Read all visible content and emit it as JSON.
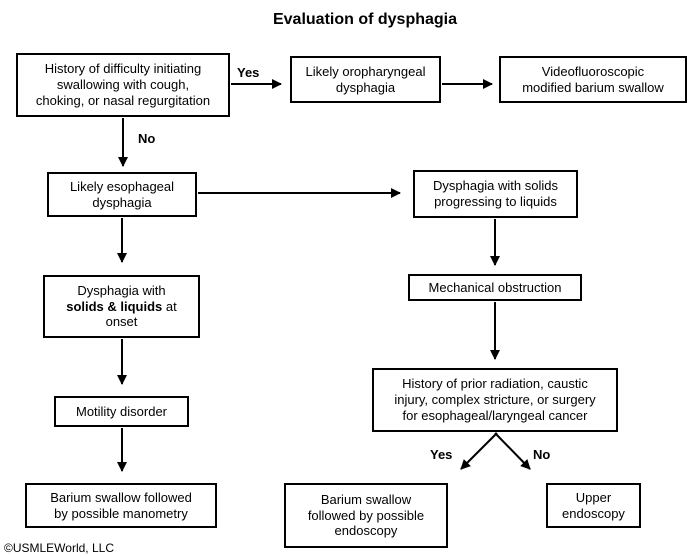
{
  "title": "Evaluation of dysphagia",
  "copyright": "©USMLEWorld, LLC",
  "colors": {
    "background": "#ffffff",
    "box_border": "#000000",
    "arrow_line": "#000000",
    "text": "#000000"
  },
  "nodes": {
    "history_initiating": {
      "lines": [
        "History of difficulty initiating",
        "swallowing with cough,",
        "choking, or nasal regurgitation"
      ]
    },
    "oropharyngeal": {
      "lines": [
        "Likely oropharyngeal",
        "dysphagia"
      ]
    },
    "videofluoroscopic": {
      "lines": [
        "Videofluoroscopic",
        "modified barium swallow"
      ]
    },
    "esophageal": {
      "lines": [
        "Likely esophageal",
        "dysphagia"
      ]
    },
    "solids_progressing": {
      "lines": [
        "Dysphagia with solids",
        "progressing to liquids"
      ]
    },
    "solids_liquids": {
      "line1": "Dysphagia with",
      "bold": "solids & liquids",
      "after_bold": " at",
      "line3": "onset"
    },
    "mechanical_obstruction": {
      "lines": [
        "Mechanical obstruction"
      ]
    },
    "motility_disorder": {
      "lines": [
        "Motility disorder"
      ]
    },
    "radiation_history": {
      "lines": [
        "History of prior radiation, caustic",
        "injury, complex stricture, or surgery",
        "for esophageal/laryngeal cancer"
      ]
    },
    "barium_manometry": {
      "lines": [
        "Barium swallow followed",
        "by possible manometry"
      ]
    },
    "barium_endoscopy": {
      "lines": [
        "Barium swallow",
        "followed by possible",
        "endoscopy"
      ]
    },
    "upper_endoscopy": {
      "lines": [
        "Upper",
        "endoscopy"
      ]
    }
  },
  "edge_labels": {
    "yes_top": "Yes",
    "no_top": "No",
    "yes_bottom": "Yes",
    "no_bottom": "No"
  }
}
